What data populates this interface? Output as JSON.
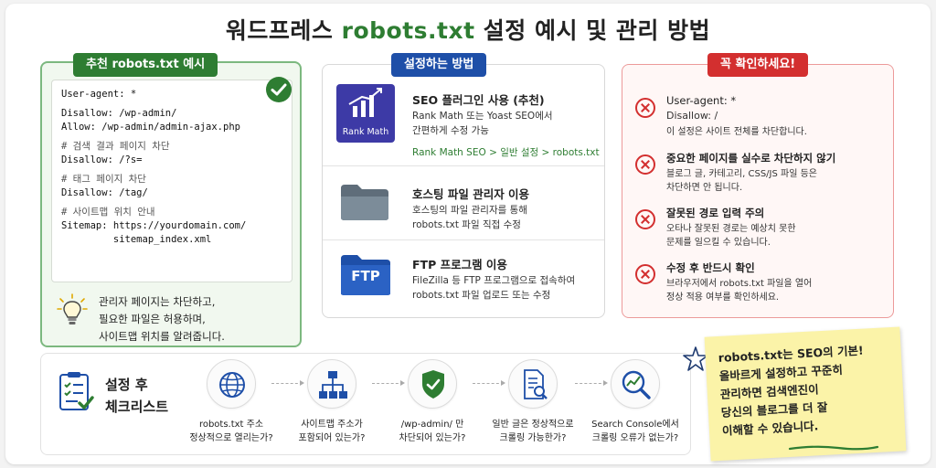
{
  "title": {
    "prefix": "워드프레스 ",
    "highlight": "robots.txt",
    "suffix": " 설정 예시 및 관리 방법"
  },
  "recommended": {
    "tag": "추천 robots.txt 예시",
    "code": [
      {
        "text": "User-agent: *",
        "comment": false
      },
      {
        "text": "",
        "comment": false
      },
      {
        "text": "Disallow: /wp-admin/",
        "comment": false
      },
      {
        "text": "Allow: /wp-admin/admin-ajax.php",
        "comment": false
      },
      {
        "text": "",
        "comment": false
      },
      {
        "text": "# 검색 결과 페이지 차단",
        "comment": true
      },
      {
        "text": "Disallow: /?s=",
        "comment": false
      },
      {
        "text": "",
        "comment": false
      },
      {
        "text": "# 태그 페이지 차단",
        "comment": true
      },
      {
        "text": "Disallow: /tag/",
        "comment": false
      },
      {
        "text": "",
        "comment": false
      },
      {
        "text": "# 사이트맵 위치 안내",
        "comment": true
      },
      {
        "text": "Sitemap: https://yourdomain.com/",
        "comment": false
      },
      {
        "text": "         sitemap_index.xml",
        "comment": false
      }
    ],
    "tip_lines": [
      "관리자 페이지는 차단하고,",
      "필요한 파일은 허용하며,",
      "사이트맵 위치를 알려줍니다."
    ]
  },
  "methods": {
    "tag": "설정하는 방법",
    "items": [
      {
        "title": "SEO 플러그인 사용 (추천)",
        "desc1": "Rank Math 또는 Yoast SEO에서",
        "desc2": "간편하게 수정 가능",
        "path": "Rank Math SEO > 일반 설정 > robots.txt",
        "logo": "Rank Math"
      },
      {
        "title": "호스팅 파일 관리자 이용",
        "desc1": "호스팅의 파일 관리자를 통해",
        "desc2": "robots.txt 파일 직접 수정"
      },
      {
        "title": "FTP 프로그램 이용",
        "desc1": "FileZilla 등 FTP 프로그램으로 접속하여",
        "desc2": "robots.txt 파일 업로드 또는 수정",
        "logo": "FTP"
      }
    ]
  },
  "warnings": {
    "tag": "꼭 확인하세요!",
    "items": [
      {
        "title": "User-agent: *",
        "line2": "Disallow: /",
        "desc1": "이 설정은 사이트 전체를 차단합니다."
      },
      {
        "title": "중요한 페이지를 실수로 차단하지 않기",
        "desc1": "블로그 글, 카테고리, CSS/JS 파일 등은",
        "desc2": "차단하면 안 됩니다."
      },
      {
        "title": "잘못된 경로 입력 주의",
        "desc1": "오타나 잘못된 경로는 예상치 못한",
        "desc2": "문제를 일으킬 수 있습니다."
      },
      {
        "title": "수정 후 반드시 확인",
        "desc1": "브라우저에서 robots.txt 파일을 열어",
        "desc2": "정상 적용 여부를 확인하세요."
      }
    ]
  },
  "checklist": {
    "title1": "설정 후",
    "title2": "체크리스트",
    "steps": [
      {
        "icon": "globe-icon",
        "line1": "robots.txt 주소",
        "line2": "정상적으로 열리는가?"
      },
      {
        "icon": "sitemap-icon",
        "line1": "사이트맵 주소가",
        "line2": "포함되어 있는가?"
      },
      {
        "icon": "shield-check-icon",
        "line1": "/wp-admin/ 만",
        "line2": "차단되어 있는가?"
      },
      {
        "icon": "document-search-icon",
        "line1": "일반 글은 정상적으로",
        "line2": "크롤링 가능한가?"
      },
      {
        "icon": "magnifier-chart-icon",
        "line1": "Search Console에서",
        "line2": "크롤링 오류가 없는가?"
      }
    ]
  },
  "note": {
    "lines": [
      "robots.txt는 SEO의 기본!",
      "올바르게 설정하고 꾸준히",
      "관리하면 검색엔진이",
      "당신의 블로그를 더 잘",
      "이해할 수 있습니다."
    ]
  },
  "colors": {
    "green": "#2e7d32",
    "blue": "#1e4fa8",
    "red": "#d32f2f",
    "note": "#fbf3a8"
  }
}
